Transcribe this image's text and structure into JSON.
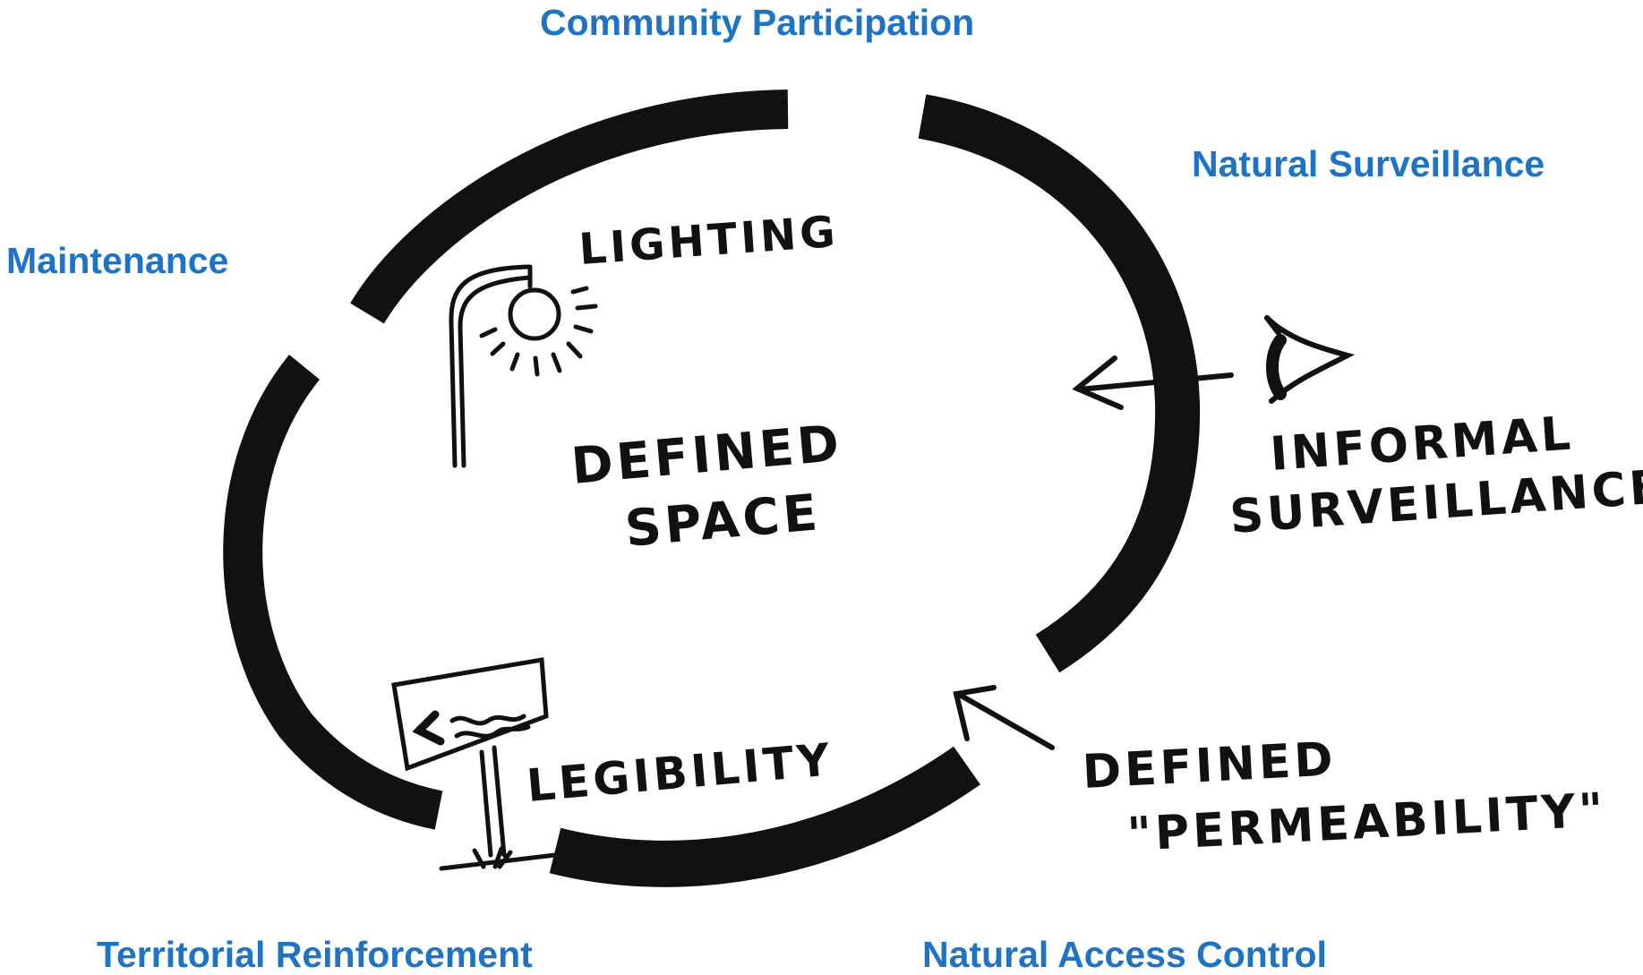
{
  "colors": {
    "label": "#1f73c4",
    "ink": "#111111",
    "background": "#ffffff"
  },
  "labels": {
    "community_participation": "Community Participation",
    "natural_surveillance": "Natural Surveillance",
    "maintenance": "Maintenance",
    "territorial_reinforcement": "Territorial Reinforcement",
    "natural_access_control": "Natural Access Control"
  },
  "sketch": {
    "lighting": "LIGHTING",
    "defined_space_line1": "DEFINED",
    "defined_space_line2": "SPACE",
    "informal_surveillance_line1": "INFORMAL",
    "informal_surveillance_line2": "SURVEILLANCE",
    "legibility": "LEGIBILITY",
    "defined_permeability_line1": "DEFINED",
    "defined_permeability_line2": "\"PERMEABILITY\""
  },
  "icons": [
    "street-lamp-icon",
    "eye-icon",
    "signpost-icon",
    "arrow-icon"
  ]
}
